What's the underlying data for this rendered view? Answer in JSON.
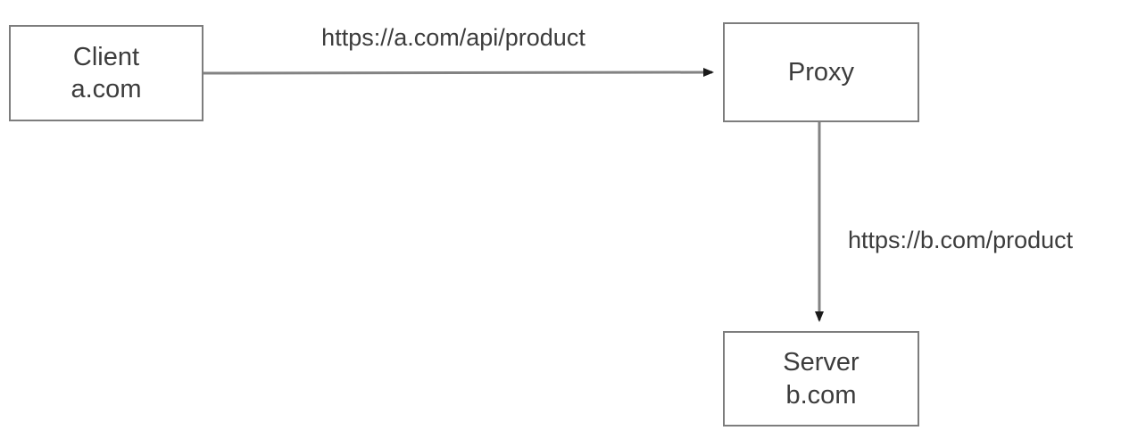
{
  "diagram": {
    "nodes": {
      "client": {
        "title": "Client",
        "subtitle": "a.com"
      },
      "proxy": {
        "title": "Proxy"
      },
      "server": {
        "title": "Server",
        "subtitle": "b.com"
      }
    },
    "edges": {
      "client_to_proxy": {
        "label": "https://a.com/api/product",
        "direction": "right"
      },
      "proxy_to_server": {
        "label": "https://b.com/product",
        "direction": "down"
      }
    },
    "colors": {
      "box_border": "#7d7d7d",
      "connector_line": "#838383",
      "arrowhead": "#1a1a1a",
      "text": "#3c3c3c",
      "background": "#ffffff"
    }
  }
}
